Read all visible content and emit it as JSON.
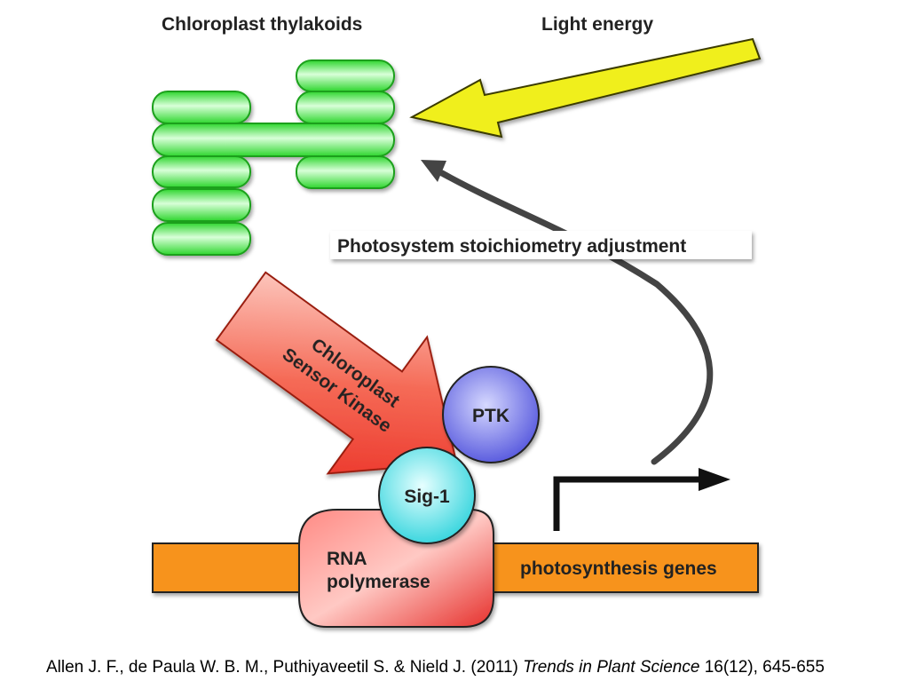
{
  "labels": {
    "thylakoids": "Chloroplast thylakoids",
    "light": "Light energy",
    "stoichiometry": "Photosystem stoichiometry adjustment",
    "kinase_line1": "Chloroplast",
    "kinase_line2": "Sensor Kinase",
    "ptk": "PTK",
    "sig1": "Sig-1",
    "rnap_line1": "RNA",
    "rnap_line2": "polymerase",
    "genes": "photosynthesis genes"
  },
  "citation": {
    "authors": "Allen J. F., de Paula W. B. M., Puthiyaveetil S. & Nield J. (2011)",
    "journal": "Trends in Plant Science",
    "volume_pages": "16(12), 645-655"
  },
  "colors": {
    "thylakoid_green": "#3ee63e",
    "light_arrow_yellow": "#f0ef1a",
    "kinase_arrow_red": "#f13a2a",
    "ptk_blue": "#6d6fe8",
    "sig1_cyan": "#4fe3ea",
    "rna_polymerase_red": "#f04848",
    "gene_bar_orange": "#f7931e",
    "feedback_arrow_grey": "#444444"
  }
}
